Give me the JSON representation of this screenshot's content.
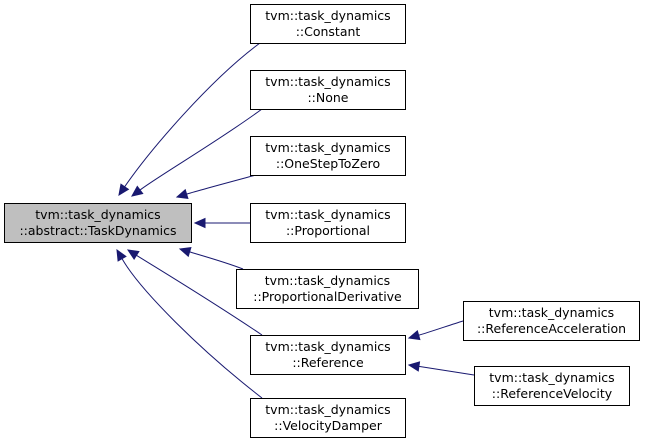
{
  "diagram": {
    "nodes": [
      {
        "id": "base",
        "line1": "tvm::task_dynamics",
        "line2": "::abstract::TaskDynamics",
        "highlight": true
      },
      {
        "id": "constant",
        "line1": "tvm::task_dynamics",
        "line2": "::Constant"
      },
      {
        "id": "none",
        "line1": "tvm::task_dynamics",
        "line2": "::None"
      },
      {
        "id": "onestep",
        "line1": "tvm::task_dynamics",
        "line2": "::OneStepToZero"
      },
      {
        "id": "proportional",
        "line1": "tvm::task_dynamics",
        "line2": "::Proportional"
      },
      {
        "id": "propderiv",
        "line1": "tvm::task_dynamics",
        "line2": "::ProportionalDerivative"
      },
      {
        "id": "reference",
        "line1": "tvm::task_dynamics",
        "line2": "::Reference"
      },
      {
        "id": "veldamper",
        "line1": "tvm::task_dynamics",
        "line2": "::VelocityDamper"
      },
      {
        "id": "refaccel",
        "line1": "tvm::task_dynamics",
        "line2": "::ReferenceAcceleration"
      },
      {
        "id": "refvel",
        "line1": "tvm::task_dynamics",
        "line2": "::ReferenceVelocity"
      }
    ],
    "edges": [
      {
        "from": "constant",
        "to": "base"
      },
      {
        "from": "none",
        "to": "base"
      },
      {
        "from": "onestep",
        "to": "base"
      },
      {
        "from": "proportional",
        "to": "base"
      },
      {
        "from": "propderiv",
        "to": "base"
      },
      {
        "from": "reference",
        "to": "base"
      },
      {
        "from": "veldamper",
        "to": "base"
      },
      {
        "from": "refaccel",
        "to": "reference"
      },
      {
        "from": "refvel",
        "to": "reference"
      }
    ],
    "colors": {
      "edge": "#191970",
      "base_fill": "#bfbfbf",
      "node_fill": "#ffffff",
      "border": "#000000"
    }
  }
}
